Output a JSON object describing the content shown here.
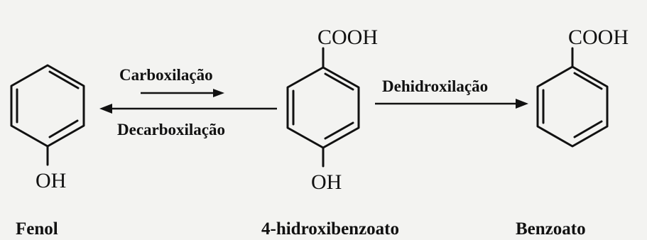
{
  "molecules": {
    "fenol": {
      "substituent_bottom": "OH",
      "caption": "Fenol"
    },
    "hidroxibenzoato": {
      "substituent_top": "COOH",
      "substituent_bottom": "OH",
      "caption": "4-hidroxibenzoato"
    },
    "benzoato": {
      "substituent_top": "COOH",
      "caption": "Benzoato"
    }
  },
  "reactions": {
    "forward_label": "Carboxilação",
    "reverse_label": "Decarboxilação",
    "dehydroxylation_label": "Dehidroxilação"
  }
}
